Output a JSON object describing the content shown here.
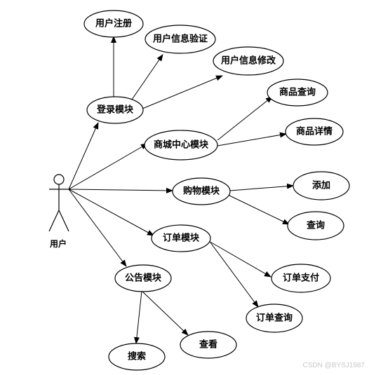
{
  "actor": {
    "label": "用户"
  },
  "nodes": {
    "user_register": "用户注册",
    "user_verify": "用户信息验证",
    "user_modify": "用户信息修改",
    "login": "登录模块",
    "product_query": "商品查询",
    "mall_center": "商城中心模块",
    "product_detail": "商品详情",
    "shopping": "购物模块",
    "add": "添加",
    "query": "查询",
    "order": "订单模块",
    "order_pay": "订单支付",
    "order_query": "订单查询",
    "notice": "公告模块",
    "search": "搜索",
    "view": "查看"
  },
  "watermark": "CSDN @BYSJ1987"
}
